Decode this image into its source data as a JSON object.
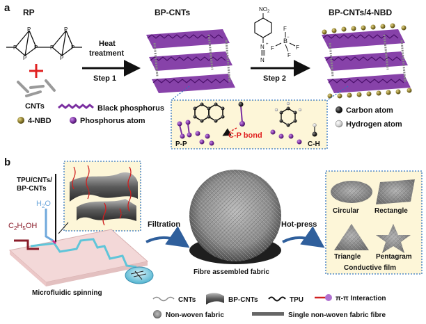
{
  "panel_a": {
    "panel_label": "a",
    "rp_label": "RP",
    "cnts_label": "CNTs",
    "bp_cnts_label": "BP-CNTs",
    "bp_cnts_4nbd_label": "BP-CNTs/4-NBD",
    "step1_line1": "Heat",
    "step1_line2": "treatment",
    "step1_label": "Step 1",
    "step2_label": "Step 2",
    "molecule": {
      "no2": "NO",
      "no2_sub": "2",
      "n_plus": "N",
      "n_triple": "N",
      "boron": "B",
      "f1": "F",
      "f2": "F",
      "f3": "F",
      "f4": "F",
      "charge_minus": "−",
      "charge_plus": "+"
    },
    "legend": {
      "black_phosphorus": "Black phosphorus",
      "nbd": "4-NBD",
      "phosphorus_atom": "Phosphorus atom",
      "carbon_atom": "Carbon atom",
      "hydrogen_atom": "Hydrogen atom"
    },
    "inset": {
      "pp": "P-P",
      "cp_bond": "C-P bond",
      "ch": "C-H"
    },
    "p_letters": [
      "P",
      "P",
      "P",
      "P",
      "P",
      "P",
      "P",
      "P"
    ],
    "colors": {
      "purple": "#7a2ea0",
      "gold": "#8a7a2a",
      "red_bond": "#e02020",
      "inset_bg": "#fdf6d8",
      "dotted_blue": "#2f74c0"
    }
  },
  "panel_b": {
    "panel_label": "b",
    "tpu_label_line1": "TPU/CNTs/",
    "tpu_label_line2": "BP-CNTs",
    "h2o": "H",
    "h2o_sub": "2",
    "h2o_end": "O",
    "ethanol_a": "C",
    "ethanol_sub1": "2",
    "ethanol_b": "H",
    "ethanol_sub2": "5",
    "ethanol_c": "OH",
    "microfluidic": "Microfluidic spinning",
    "filtration": "Filtration",
    "fibre_fabric": "Fibre assembled fabric",
    "hot_press": "Hot-press",
    "conductive_film": "Conductive film",
    "shapes": [
      "Circular",
      "Rectangle",
      "Triangle",
      "Pentagram"
    ],
    "legend": {
      "cnts": "CNTs",
      "bp_cnts": "BP-CNTs",
      "tpu": "TPU",
      "interaction": "π-π Interaction",
      "non_woven": "Non-woven fabric",
      "single_fibre": "Single non-woven fabric fibre"
    },
    "colors": {
      "dark_red": "#8a1c2a",
      "light_blue": "#6fa8dc",
      "chip_pink": "#f3d8d8",
      "cyan": "#4fc3d9"
    }
  }
}
